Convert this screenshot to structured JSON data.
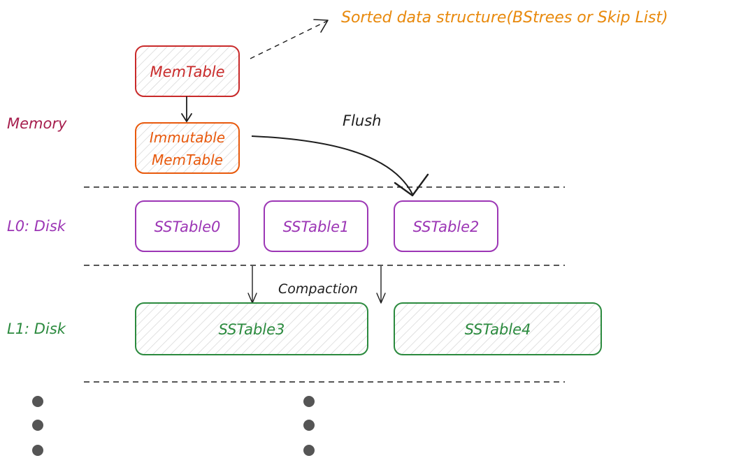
{
  "annotation": "Sorted data structure(BStrees or Skip List)",
  "labels": {
    "memory": "Memory",
    "l0": "L0: Disk",
    "l1": "L1: Disk",
    "flush": "Flush",
    "compaction": "Compaction"
  },
  "nodes": {
    "memtable": "MemTable",
    "immutable_line1": "Immutable",
    "immutable_line2": "MemTable",
    "sstable0": "SSTable0",
    "sstable1": "SSTable1",
    "sstable2": "SSTable2",
    "sstable3": "SSTable3",
    "sstable4": "SSTable4"
  },
  "colors": {
    "memtable": "#c92a2a",
    "immutable": "#e8590c",
    "annotation": "#e8890c",
    "memory_label": "#a61e4d",
    "l0": "#9c36b5",
    "l1": "#2b8a3e",
    "ink": "#1e1e1e",
    "hatch": "#cfcfcf",
    "dot": "#555555"
  }
}
